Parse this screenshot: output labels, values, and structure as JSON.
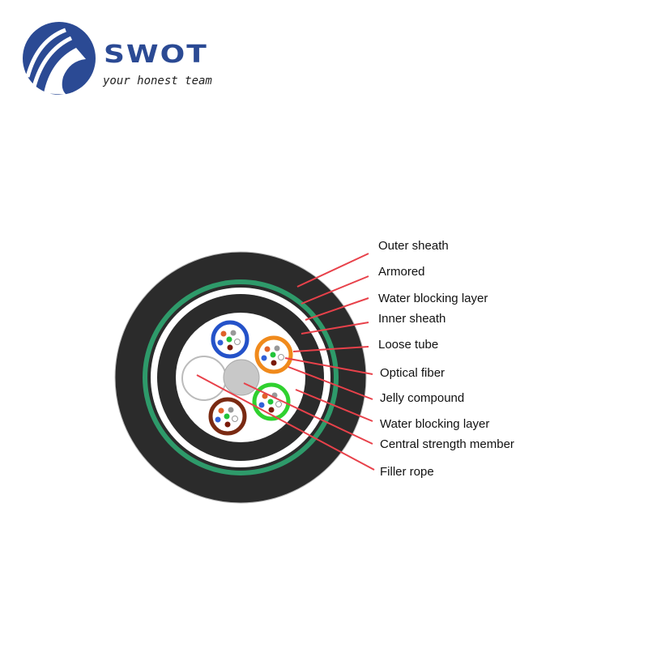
{
  "brand": {
    "name": "SWOT",
    "tagline": "your honest team",
    "color": "#2b4a94"
  },
  "diagram": {
    "labels": [
      "Outer sheath",
      "Armored",
      "Water blocking layer",
      "Inner sheath",
      "Loose tube",
      "Optical fiber",
      "Jelly compound",
      "Water blocking layer",
      "Central strength member",
      "Filler rope"
    ],
    "colors": {
      "sheath": "#2b2b2b",
      "armor": "#2e9a6a",
      "leader_line": "#e8414a",
      "tubes": [
        "#2452c9",
        "#f08a1c",
        "#2fd12f",
        "#7a2a12"
      ]
    }
  }
}
